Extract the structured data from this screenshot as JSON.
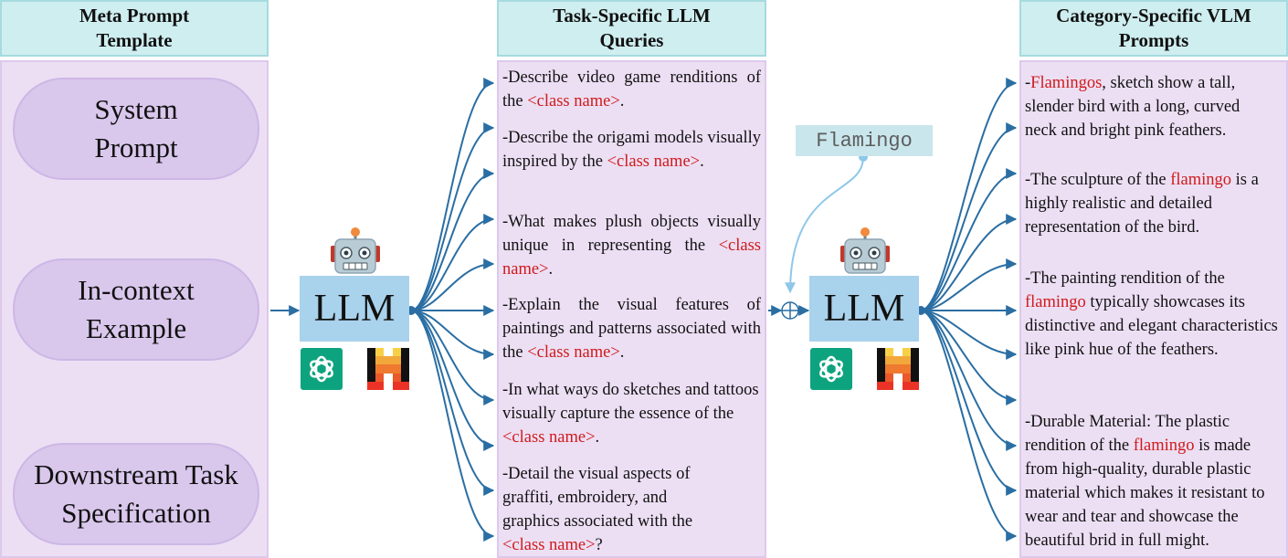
{
  "headers": {
    "meta": "Meta Prompt Template",
    "queries": "Task-Specific LLM Queries",
    "vlm": "Category-Specific VLM Prompts"
  },
  "meta_items": [
    "System Prompt",
    "In-context Example",
    "Downstream Task Specification"
  ],
  "llm_label": "LLM",
  "class_token": "<class name>",
  "flamingo_tag": "Flamingo",
  "queries": [
    {
      "pre": "-Describe video game renditions of the ",
      "post": "."
    },
    {
      "pre": "-Describe the origami models visually inspired by the ",
      "post": "."
    },
    {
      "pre": "-What makes plush objects visually unique in representing the ",
      "post": "."
    },
    {
      "pre": "-Explain the visual features of paintings and patterns associated with the ",
      "post": "."
    },
    {
      "pre": "-In what ways do sketches and tattoos visually capture the essence of the ",
      "post": "."
    },
    {
      "pre": "-Detail the visual aspects of graffiti, embroidery, and graphics associated with the ",
      "post": "?"
    }
  ],
  "vlm_prompts": [
    {
      "pre": "-",
      "red": "Flamingos",
      "post": ", sketch show a tall, slender bird with a long, curved neck and bright pink feathers."
    },
    {
      "pre": "-The sculpture of the ",
      "red": "flamingo",
      "post": " is a highly realistic and detailed representation of the bird."
    },
    {
      "pre": "-The painting rendition of the ",
      "red": "flamingo",
      "post": " typically showcases its distinctive and elegant characteristics like pink hue of the feathers."
    },
    {
      "pre": "-Durable Material: The plastic rendition of the ",
      "red": "flamingo",
      "post": " is made from high-quality, durable plastic material which makes it resistant to wear and tear and showcase the beautiful brid in full might."
    }
  ],
  "colors": {
    "arrow": "#2a6ea3",
    "flamingo_arrow": "#8ec7ea",
    "red_text": "#d11a1a"
  },
  "icons": [
    "robot-icon",
    "openai-logo-icon",
    "mistral-logo-icon",
    "oplus-icon"
  ]
}
